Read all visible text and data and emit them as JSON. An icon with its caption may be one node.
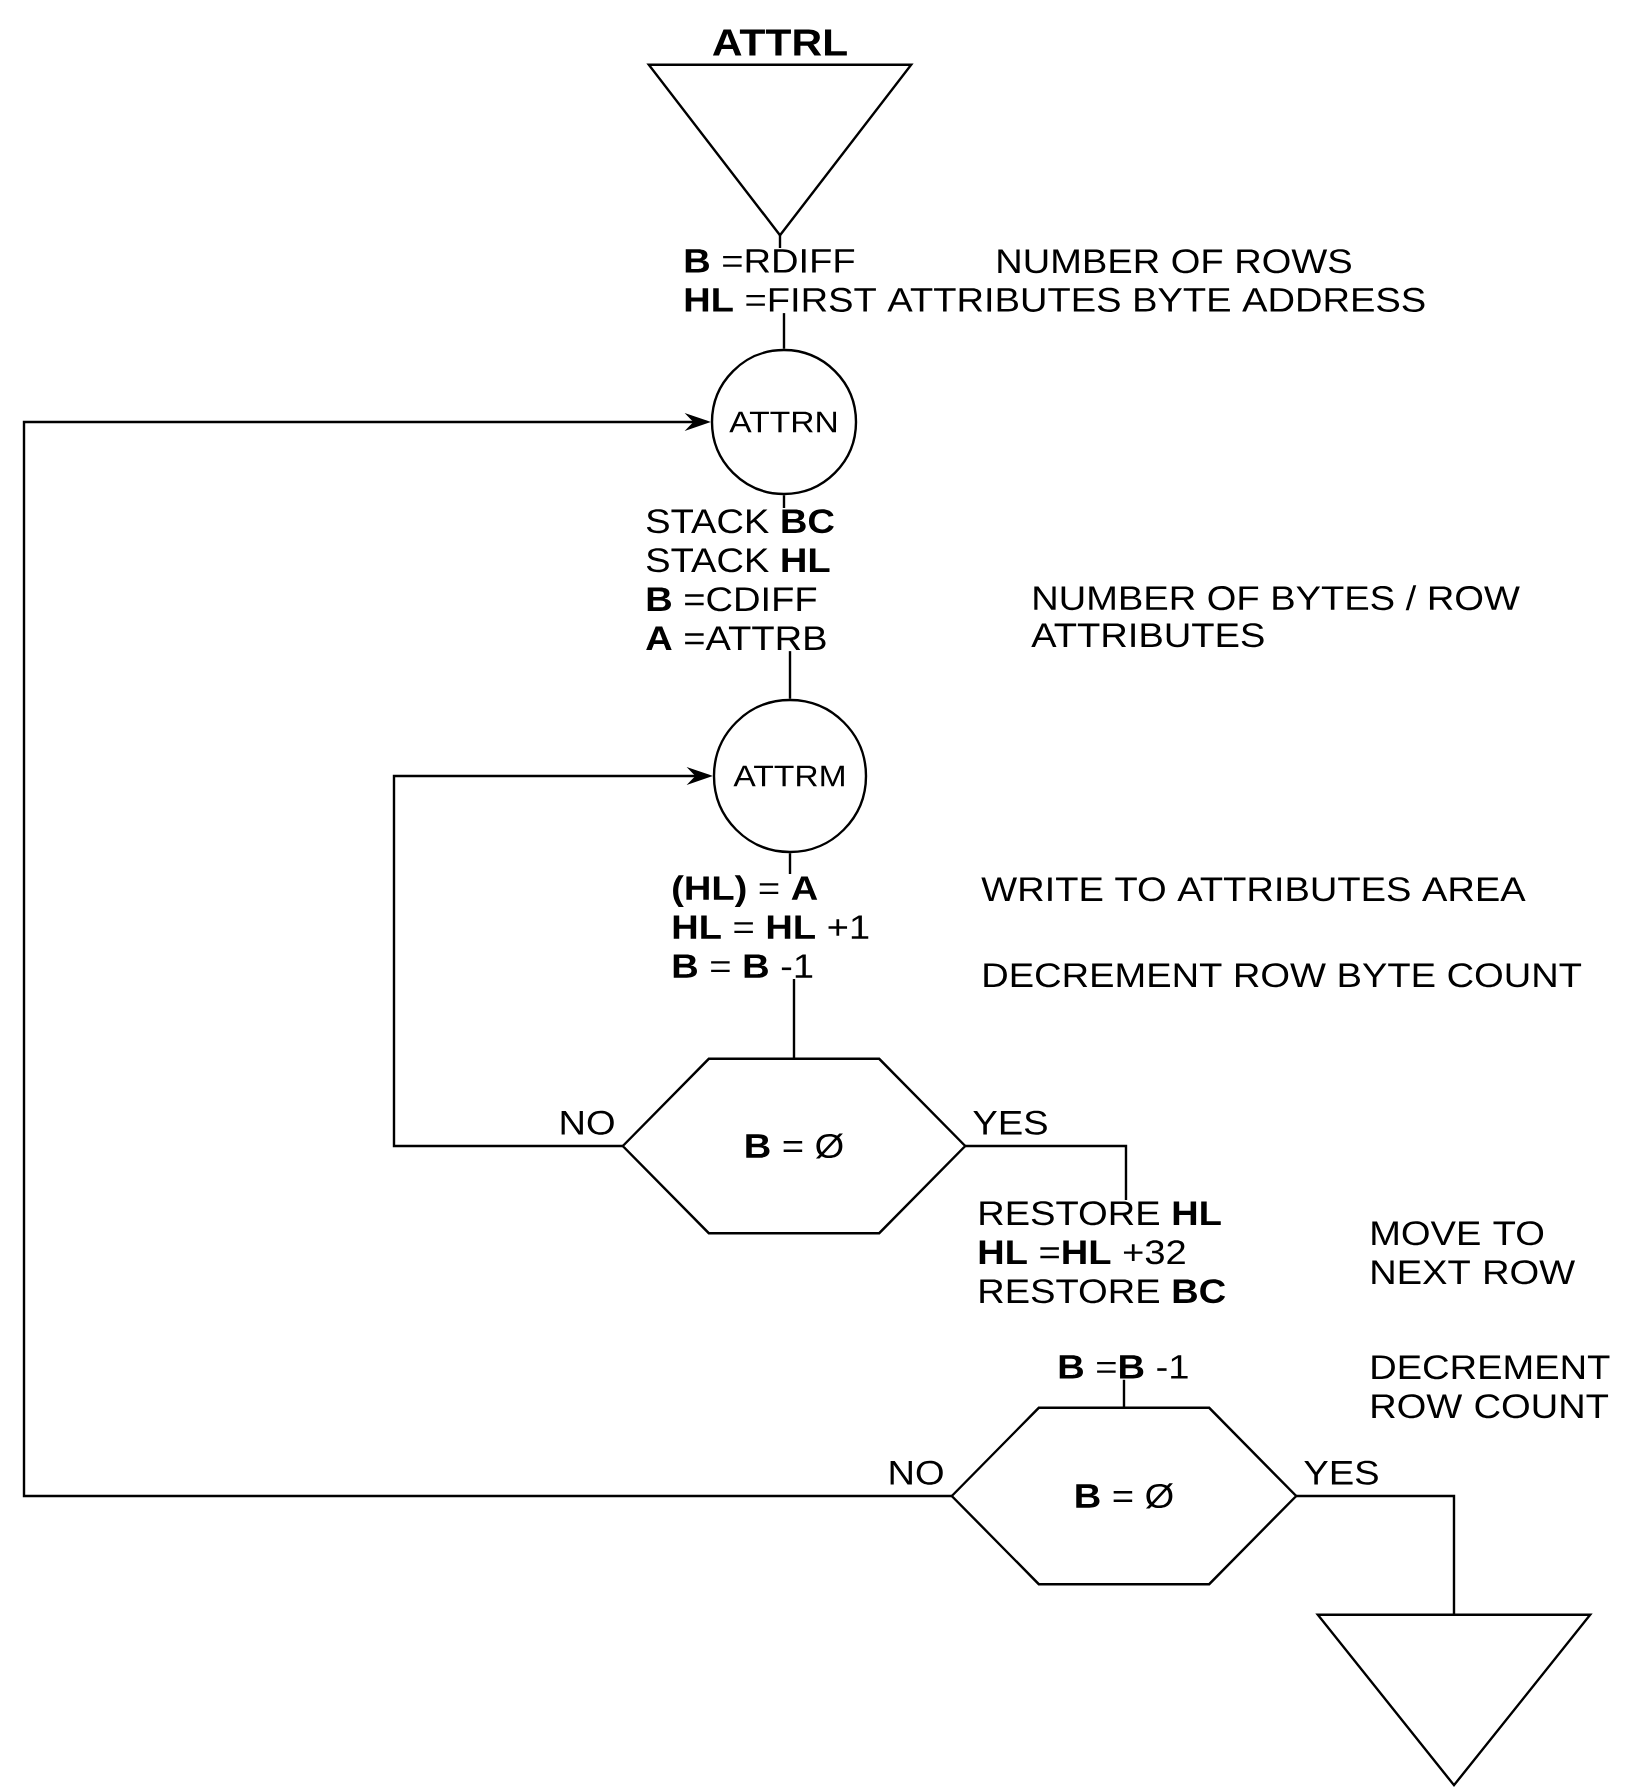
{
  "diagram": {
    "nodes": [
      {
        "text": [
          "ATTRL"
        ]
      },
      {
        "text": [
          "**B** =RDIFF",
          "**HL** =FIRST ATTRIBUTES BYTE ADDRESS"
        ],
        "beside": [
          "NUMBER OF ROWS"
        ]
      },
      {
        "text": [
          "ATTRN"
        ]
      },
      {
        "text": [
          "STACK **BC**",
          "STACK **HL**",
          "**B** =CDIFF",
          "**A** =ATTRB"
        ],
        "beside": [
          "NUMBER OF BYTES / ROW",
          "ATTRIBUTES"
        ]
      },
      {
        "text": [
          "ATTRM"
        ]
      },
      {
        "text": [
          "**(HL)** = **A**",
          "**HL** = **HL** +1",
          "**B** = **B** -1"
        ],
        "beside": [
          "WRITE TO ATTRIBUTES AREA",
          "DECREMENT ROW BYTE COUNT"
        ]
      },
      {
        "text": [
          "**B** = Ø"
        ]
      },
      {
        "text": [
          "RESTORE **HL**",
          "**HL** =**HL** +32",
          "RESTORE **BC**"
        ]
      },
      {
        "text": [
          "**B** =**B** -1"
        ]
      },
      {
        "text": [
          "**B** = Ø"
        ]
      },
      {
        "text": [],
        "shape": "triangle"
      }
    ],
    "edges": [
      {
        "from": 0,
        "to": 1,
        "arrow": "none"
      },
      {
        "from": 1,
        "to": 2,
        "arrow": "none"
      },
      {
        "from": 2,
        "to": 3,
        "arrow": "none"
      },
      {
        "from": 3,
        "to": 4,
        "arrow": "none"
      },
      {
        "from": 4,
        "to": 5,
        "arrow": "none"
      },
      {
        "from": 5,
        "to": 6,
        "arrow": "none"
      },
      {
        "from": 6,
        "to": 4,
        "arrow": "to",
        "label": "NO"
      },
      {
        "from": 6,
        "to": 7,
        "arrow": "none",
        "label": "YES"
      },
      {
        "from": 8,
        "to": 9,
        "arrow": "none"
      },
      {
        "from": 9,
        "to": 2,
        "arrow": "to",
        "label": "NO"
      },
      {
        "from": 9,
        "to": 10,
        "arrow": "none",
        "label": "YES"
      }
    ],
    "labels": [
      "MOVE TO NEXT ROW",
      "DECREMENT ROW COUNT"
    ]
  }
}
